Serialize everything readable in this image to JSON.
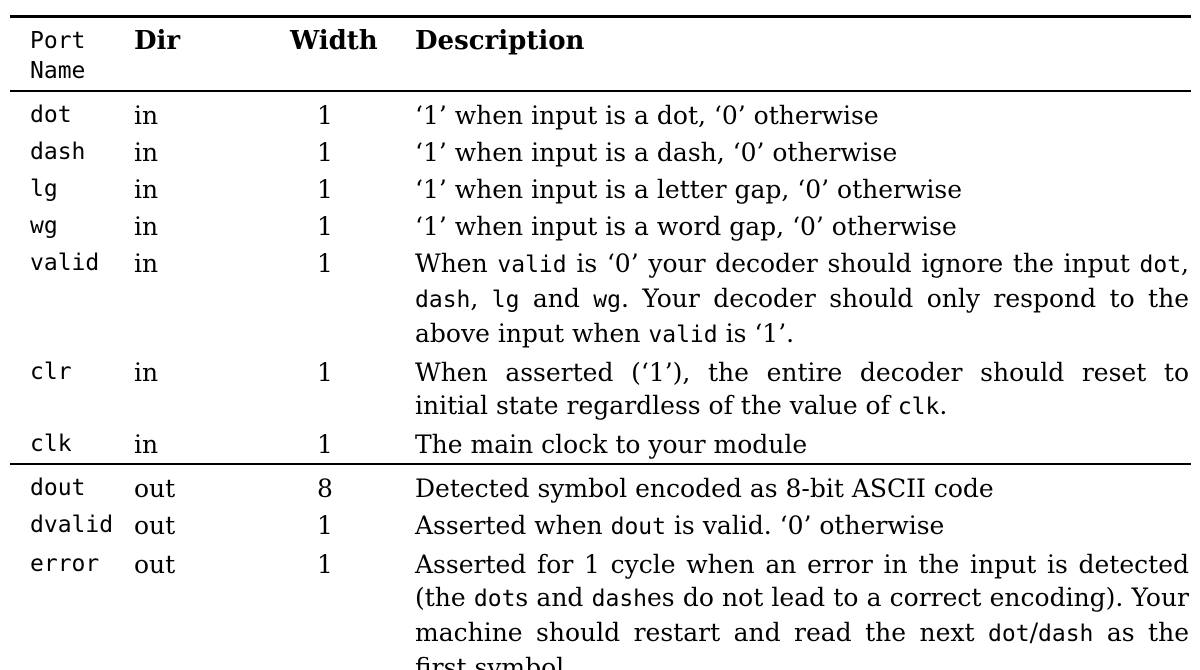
{
  "colors": {
    "text": "#000000",
    "background": "#ffffff",
    "rule": "#000000"
  },
  "table": {
    "header": {
      "port_line1": "Port",
      "port_line2": "Name",
      "dir": "Dir",
      "width": "Width",
      "description": "Description"
    },
    "input_rows": [
      {
        "port": "dot",
        "dir": "in",
        "width": "1",
        "desc": [
          {
            "t": "‘1’ when input is a dot, ‘0’ otherwise",
            "m": false
          }
        ]
      },
      {
        "port": "dash",
        "dir": "in",
        "width": "1",
        "desc": [
          {
            "t": "‘1’ when input is a dash, ‘0’ otherwise",
            "m": false
          }
        ]
      },
      {
        "port": "lg",
        "dir": "in",
        "width": "1",
        "desc": [
          {
            "t": "‘1’ when input is a letter gap, ‘0’ otherwise",
            "m": false
          }
        ]
      },
      {
        "port": "wg",
        "dir": "in",
        "width": "1",
        "desc": [
          {
            "t": "‘1’ when input is a word gap, ‘0’ otherwise",
            "m": false
          }
        ]
      },
      {
        "port": "valid",
        "dir": "in",
        "width": "1",
        "desc": [
          {
            "t": "When ",
            "m": false
          },
          {
            "t": "valid",
            "m": true
          },
          {
            "t": " is ‘0’ your decoder should ignore the input ",
            "m": false
          },
          {
            "t": "dot",
            "m": true
          },
          {
            "t": ", ",
            "m": false
          },
          {
            "t": "dash",
            "m": true
          },
          {
            "t": ", ",
            "m": false
          },
          {
            "t": "lg",
            "m": true
          },
          {
            "t": " and ",
            "m": false
          },
          {
            "t": "wg",
            "m": true
          },
          {
            "t": ". Your decoder should only respond to the above input when ",
            "m": false
          },
          {
            "t": "valid",
            "m": true
          },
          {
            "t": " is ‘1’.",
            "m": false
          }
        ]
      },
      {
        "port": "clr",
        "dir": "in",
        "width": "1",
        "desc": [
          {
            "t": "When asserted (‘1’), the entire decoder should reset to initial state regardless of the value of ",
            "m": false
          },
          {
            "t": "clk",
            "m": true
          },
          {
            "t": ".",
            "m": false
          }
        ]
      },
      {
        "port": "clk",
        "dir": "in",
        "width": "1",
        "desc": [
          {
            "t": "The main clock to your module",
            "m": false
          }
        ]
      }
    ],
    "output_rows": [
      {
        "port": "dout",
        "dir": "out",
        "width": "8",
        "desc": [
          {
            "t": "Detected symbol encoded as 8-bit ASCII code",
            "m": false
          }
        ]
      },
      {
        "port": "dvalid",
        "dir": "out",
        "width": "1",
        "desc": [
          {
            "t": "Asserted when ",
            "m": false
          },
          {
            "t": "dout",
            "m": true
          },
          {
            "t": " is valid. ‘0’ otherwise",
            "m": false
          }
        ]
      },
      {
        "port": "error",
        "dir": "out",
        "width": "1",
        "desc": [
          {
            "t": "Asserted for 1 cycle when an error in the input is detected (the ",
            "m": false
          },
          {
            "t": "dot",
            "m": true
          },
          {
            "t": "s and ",
            "m": false
          },
          {
            "t": "dash",
            "m": true
          },
          {
            "t": "es do not lead to a correct encoding). Your machine should restart and read the next ",
            "m": false
          },
          {
            "t": "dot",
            "m": true
          },
          {
            "t": "/",
            "m": false
          },
          {
            "t": "dash",
            "m": true
          },
          {
            "t": " as the first symbol.",
            "m": false
          }
        ]
      }
    ]
  }
}
